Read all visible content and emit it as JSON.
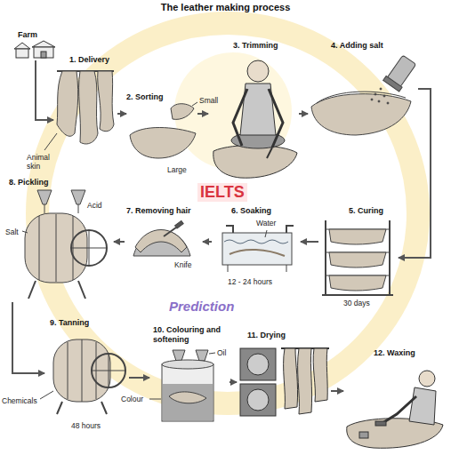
{
  "diagram": {
    "title": "The leather making process",
    "nodes": [
      {
        "text": [
          "Farm"
        ]
      },
      {
        "text": [
          "1. Delivery"
        ]
      },
      {
        "text": [
          "2. Sorting"
        ]
      },
      {
        "text": [
          "3. Trimming"
        ]
      },
      {
        "text": [
          "4. Adding salt"
        ]
      },
      {
        "text": [
          "5. Curing"
        ]
      },
      {
        "text": [
          "6. Soaking"
        ]
      },
      {
        "text": [
          "7. Removing hair"
        ]
      },
      {
        "text": [
          "8. Pickling"
        ]
      },
      {
        "text": [
          "9. Tanning"
        ]
      },
      {
        "text": [
          "10. Colouring and softening"
        ]
      },
      {
        "text": [
          "11. Drying"
        ]
      },
      {
        "text": [
          "12. Waxing"
        ]
      }
    ],
    "edges": [
      {
        "from": 0,
        "to": 1,
        "arrow": "to"
      },
      {
        "from": 1,
        "to": 2,
        "arrow": "to"
      },
      {
        "from": 2,
        "to": 3,
        "arrow": "to"
      },
      {
        "from": 3,
        "to": 4,
        "arrow": "to"
      },
      {
        "from": 4,
        "to": 5,
        "arrow": "to"
      },
      {
        "from": 5,
        "to": 6,
        "arrow": "to"
      },
      {
        "from": 6,
        "to": 7,
        "arrow": "to"
      },
      {
        "from": 7,
        "to": 8,
        "arrow": "to"
      },
      {
        "from": 8,
        "to": 9,
        "arrow": "to"
      },
      {
        "from": 9,
        "to": 10,
        "arrow": "to"
      },
      {
        "from": 10,
        "to": 11,
        "arrow": "to"
      },
      {
        "from": 11,
        "to": 12,
        "arrow": "to"
      }
    ],
    "labels": [
      "Animal skin",
      "Small",
      "Large",
      "Water",
      "12 - 24 hours",
      "30 days",
      "Knife",
      "Salt",
      "Acid",
      "Chemicals",
      "48 hours",
      "Colour",
      "Oil",
      "IELTS",
      "Prediction"
    ]
  }
}
